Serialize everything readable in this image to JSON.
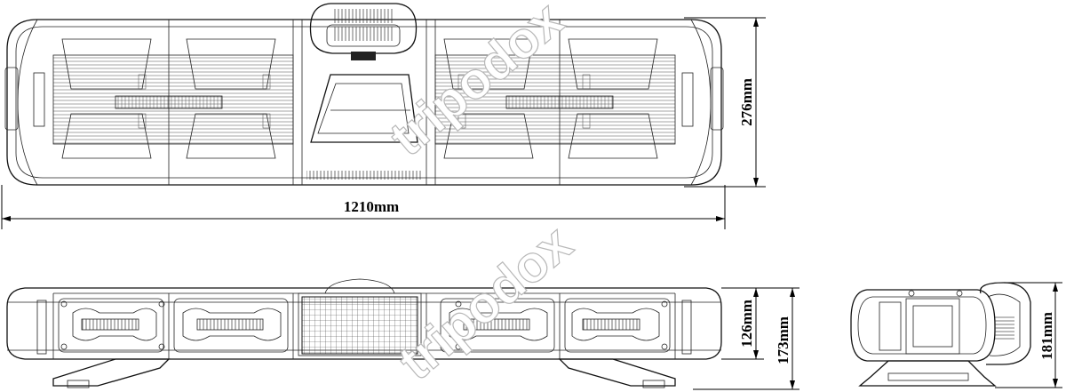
{
  "dimensions": {
    "length": "1210mm",
    "top_depth": "276mm",
    "body_height": "126mm",
    "total_height": "173mm",
    "side_height": "181mm"
  },
  "watermark": "tripodox"
}
